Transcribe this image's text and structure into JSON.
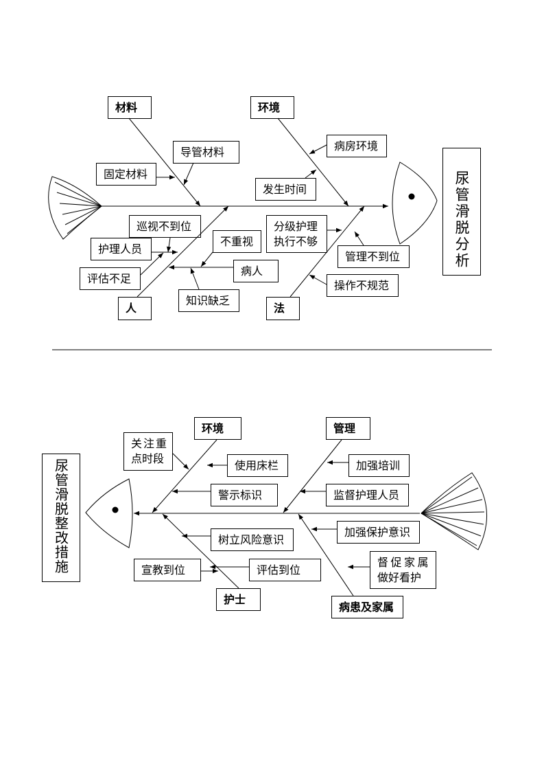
{
  "analysis": {
    "title": "尿管滑脱分析",
    "categories": {
      "materials": "材料",
      "environment": "环境",
      "people": "人",
      "methods": "法"
    },
    "causes": {
      "catheter_material": "导管材料",
      "fixation_material": "固定材料",
      "ward_environment": "病房环境",
      "occurrence_time": "发生时间",
      "inadequate_rounds": "巡视不到位",
      "nursing_staff": "护理人员",
      "insufficient_assessment": "评估不足",
      "not_valued": "不重视",
      "patient": "病人",
      "lack_of_knowledge": "知识缺乏",
      "graded_care_lines": [
        "分级护理",
        "执行不够"
      ],
      "poor_management": "管理不到位",
      "improper_operation": "操作不规范"
    }
  },
  "rectification": {
    "title": "尿管滑脱整改措施",
    "categories": {
      "environment": "环境",
      "management": "管理",
      "nurse": "护士",
      "patient_family": "病患及家属"
    },
    "measures": {
      "focus_periods_lines": [
        "关注重",
        "点时段"
      ],
      "bed_rails": "使用床栏",
      "warning_signs": "警示标识",
      "risk_awareness": "树立风险意识",
      "education": "宣教到位",
      "assessment": "评估到位",
      "training": "加强培训",
      "supervise_staff": "监督护理人员",
      "protection_awareness": "加强保护意识",
      "family_supervision_lines": [
        "督促家属",
        "做好看护"
      ]
    }
  }
}
